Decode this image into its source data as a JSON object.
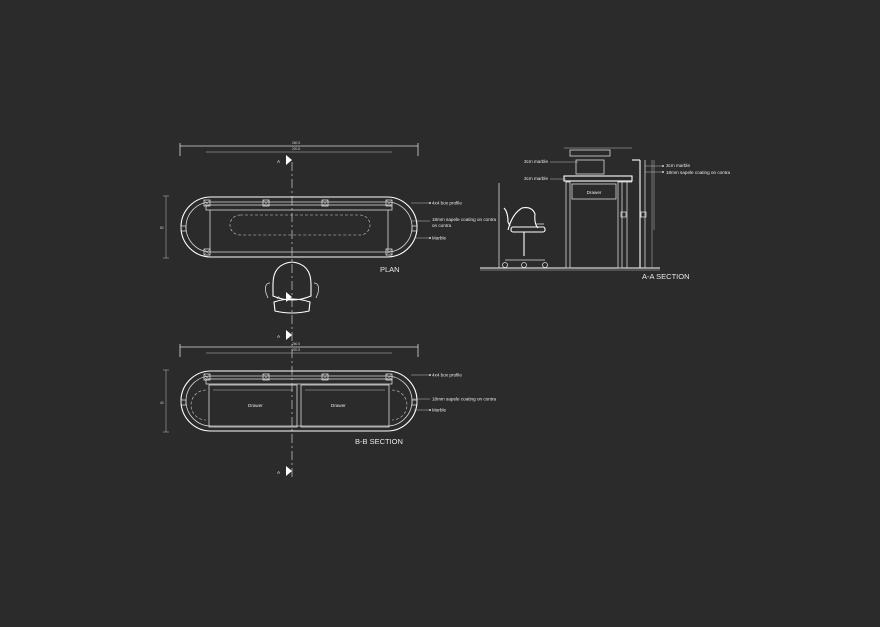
{
  "views": {
    "plan": {
      "title": "PLAN",
      "annotations": [
        "4x4 box profile",
        "18mm sapele coating on contra",
        "Marble"
      ],
      "dims": {
        "overall": "260.5",
        "inner": "220.8",
        "depth": "80"
      }
    },
    "bb_section": {
      "title": "B-B SECTION",
      "annotations": [
        "4x4 box profile",
        "18mm sapele coating on contra",
        "Marble"
      ],
      "drawer_labels": [
        "Drawer",
        "Drawer"
      ],
      "dims": {
        "overall": "260.5",
        "inner": "220.8",
        "depth": "40"
      }
    },
    "aa_section": {
      "title": "A-A SECTION",
      "annotations_left": [
        "3cm marble",
        "3cm marble"
      ],
      "annotations_right": [
        "3cm marble",
        "18mm sapele coating on contra"
      ],
      "drawer_label": "Drawer"
    }
  },
  "section_markers": {
    "a_label": "A"
  },
  "colors": {
    "background": "#2b2b2b",
    "lines": "#d9d9d9",
    "text": "#e8e8e8"
  }
}
